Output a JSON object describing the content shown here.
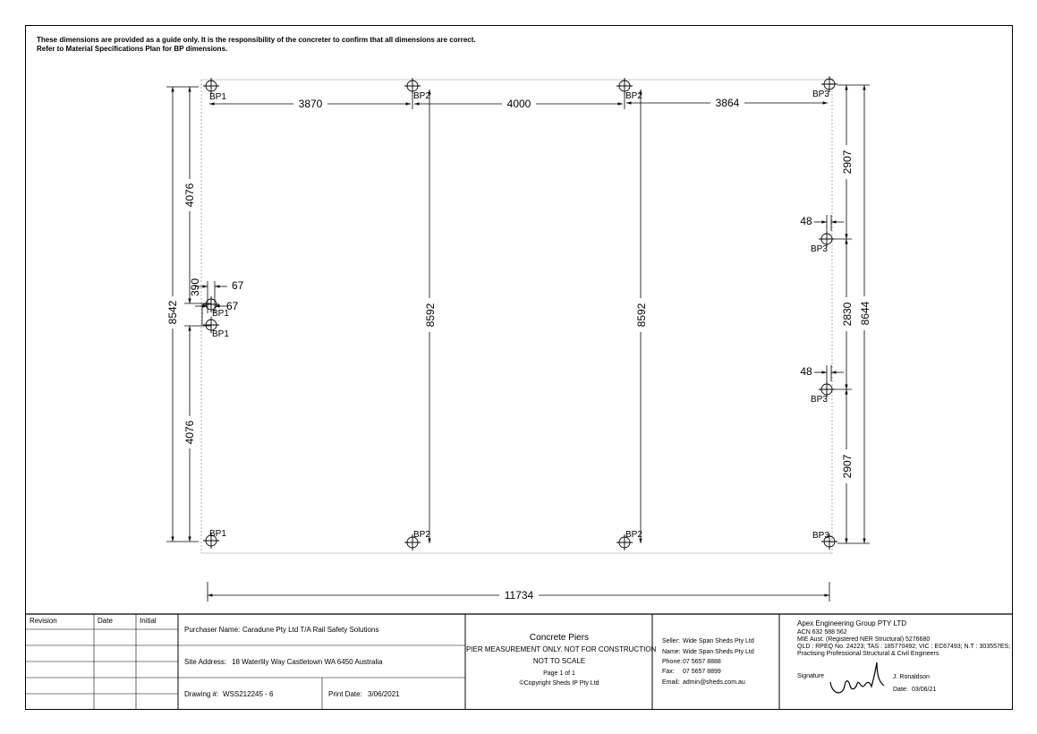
{
  "disclaimer": {
    "line1": "These dimensions are provided as a guide only. It is the responsibility of the concreter to confirm that all dimensions are correct.",
    "line2": "Refer to Material Specifications Plan for BP dimensions."
  },
  "dimensions": {
    "bay1": "3870",
    "bay2": "4000",
    "bay3": "3864",
    "overall_width": "11734",
    "left_overall": "8542",
    "left_upper": "4076",
    "left_lower": "4076",
    "left_gap": "390",
    "offset_top": "67",
    "offset_bottom": "67",
    "mid_height_1": "8592",
    "mid_height_2": "8592",
    "right_overall": "8644",
    "right_upper": "2907",
    "right_mid": "2830",
    "right_lower": "2907",
    "right_offset_top": "48",
    "right_offset_bottom": "48"
  },
  "piers": {
    "bp1": "BP1",
    "bp2": "BP2",
    "bp3": "BP3"
  },
  "title_block": {
    "revision_header": "Revision",
    "date_header": "Date",
    "initial_header": "Initial",
    "purchaser_label": "Purchaser Name:",
    "purchaser_value": "Caradune Pty Ltd T/A Rail Safety Solutions",
    "site_label": "Site Address:",
    "site_value": "18 Waterlily Way Castletown WA 6450 Australia",
    "drawing_label": "Drawing #:",
    "drawing_value": "WSS212245 - 6",
    "print_label": "Print Date:",
    "print_value": "3/06/2021",
    "title": "Concrete Piers",
    "subtitle1": "PIER MEASUREMENT ONLY. NOT FOR CONSTRUCTION",
    "subtitle2": "NOT TO SCALE",
    "page": "Page 1 of 1",
    "copyright": "©Copyright Sheds IP Pty Ltd",
    "seller_label": "Seller:",
    "seller_value": "Wide Span Sheds Pty Ltd",
    "name_label": "Name:",
    "name_value": "Wide Span Sheds Pty Ltd",
    "phone_label": "Phone:",
    "phone_value": "07 5657 8888",
    "fax_label": "Fax:",
    "fax_value": "07 5657 8899",
    "email_label": "Email:",
    "email_value": "admin@sheds.com.au",
    "eng_name": "Apex Engineering Group PTY LTD",
    "eng_acn": "ACN 632 588 562",
    "eng_mie": "MIE Aust. (Registered NER Structural) 5276680",
    "eng_reg": "QLD : RPEQ No. 24223; TAS : 185770492; VIC : EC67493; N.T : 303557ES;",
    "eng_practice": "Practising Professional Structural & Civil Engineers",
    "signature_label": "Signature",
    "signatory": "J. Ronaldson",
    "sig_date_label": "Date:",
    "sig_date_value": "03/06/21"
  }
}
